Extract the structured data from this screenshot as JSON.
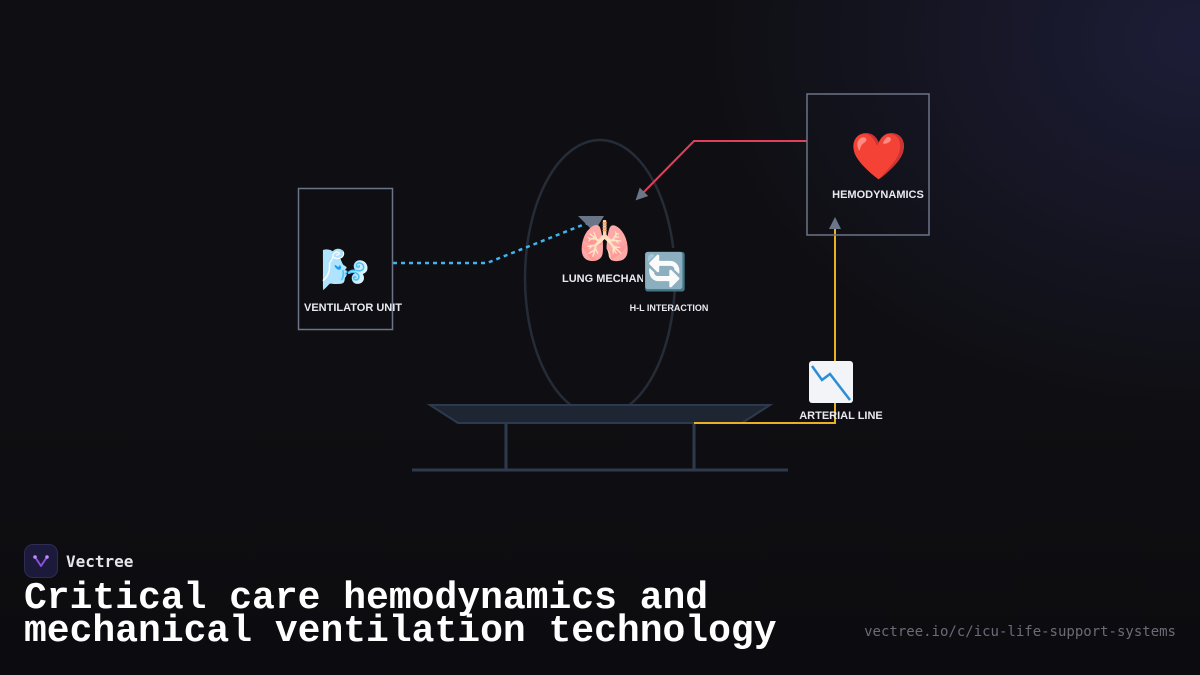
{
  "diagram": {
    "nodes": {
      "ventilator": {
        "label": "VENTILATOR UNIT",
        "icon": "🌬️",
        "icon_name": "ventilator-wind-icon"
      },
      "lung": {
        "label": "LUNG MECHANICS",
        "icon": "🫁",
        "icon_name": "lungs-icon"
      },
      "interaction": {
        "label": "H-L INTERACTION",
        "icon": "🔄",
        "icon_name": "cycle-arrows-icon"
      },
      "hemodynamics": {
        "label": "HEMODYNAMICS",
        "icon": "❤️",
        "icon_name": "heart-icon"
      },
      "arterial": {
        "label": "ARTERIAL LINE",
        "icon": "📉",
        "icon_name": "chart-decreasing-icon"
      }
    },
    "colors": {
      "ventilation_link": "#3fb5f0",
      "hemodynamic_link": "#e0405a",
      "arterial_link": "#e8b023",
      "box_border": "#6b7588",
      "bed": "#2d3a4d"
    }
  },
  "brand": {
    "name": "Vectree",
    "logo_icon": "vectree-logo-icon"
  },
  "headline": "Critical care hemodynamics and\nmechanical ventilation technology",
  "url": "vectree.io/c/icu-life-support-systems"
}
